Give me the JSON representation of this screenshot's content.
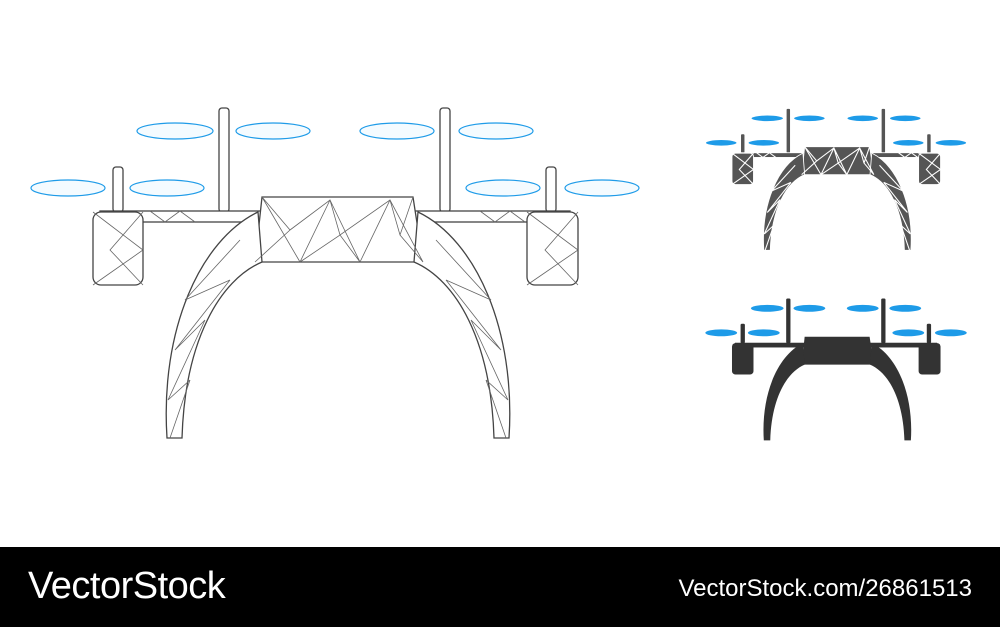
{
  "footer": {
    "brand": "VectorStock",
    "url": "VectorStock.com/26861513"
  },
  "colors": {
    "mesh_line": "#444444",
    "propeller_blue": "#1e9be8",
    "solid_body": "#333333",
    "footer_bg": "#000000"
  },
  "icons": [
    "drone-mesh-large",
    "drone-mosaic-small",
    "drone-solid-small"
  ]
}
